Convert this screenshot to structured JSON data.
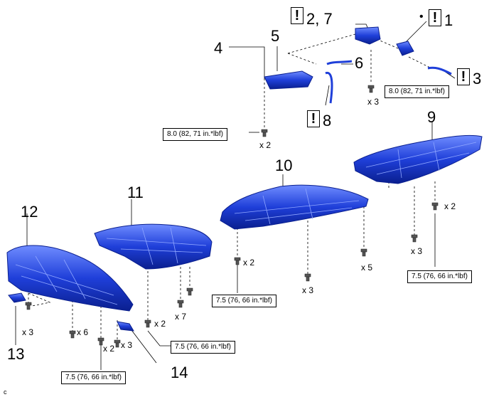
{
  "callouts": {
    "c1": "1",
    "c2_7": "2, 7",
    "c3": "3",
    "c4": "4",
    "c5": "5",
    "c6": "6",
    "c8": "8",
    "c9": "9",
    "c10": "10",
    "c11": "11",
    "c12": "12",
    "c13": "13",
    "c14": "14"
  },
  "caution_symbol": "!",
  "new_part_marker": "•",
  "torques": {
    "t_upper_right": "8.0 (82, 71 in.*lbf)",
    "t_upper_left": "8.0 (82, 71 in.*lbf)",
    "t_center": "7.5 (76, 66 in.*lbf)",
    "t_right": "7.5 (76, 66 in.*lbf)",
    "t_mid_lower": "7.5 (76, 66 in.*lbf)",
    "t_bottom": "7.5 (76, 66 in.*lbf)"
  },
  "quantities": {
    "q_top_x3": "x 3",
    "q_top_x2": "x 2",
    "q_p9_x2": "x 2",
    "q_p9_x3": "x 3",
    "q_p10_x2": "x 2",
    "q_p10_x3": "x 3",
    "q_p10_x5": "x 5",
    "q_p11_x7": "x 7",
    "q_p11_x2": "x 2",
    "q_p12_x3": "x 3",
    "q_p12_x6": "x 6",
    "q_p12_x2": "x 2",
    "q_p14_x3": "x 3"
  },
  "corner_letter": "c",
  "colors": {
    "part_fill": "#1f3fd9",
    "part_dark": "#0a1f8f",
    "part_light": "#6f8cff",
    "line": "#000000"
  }
}
